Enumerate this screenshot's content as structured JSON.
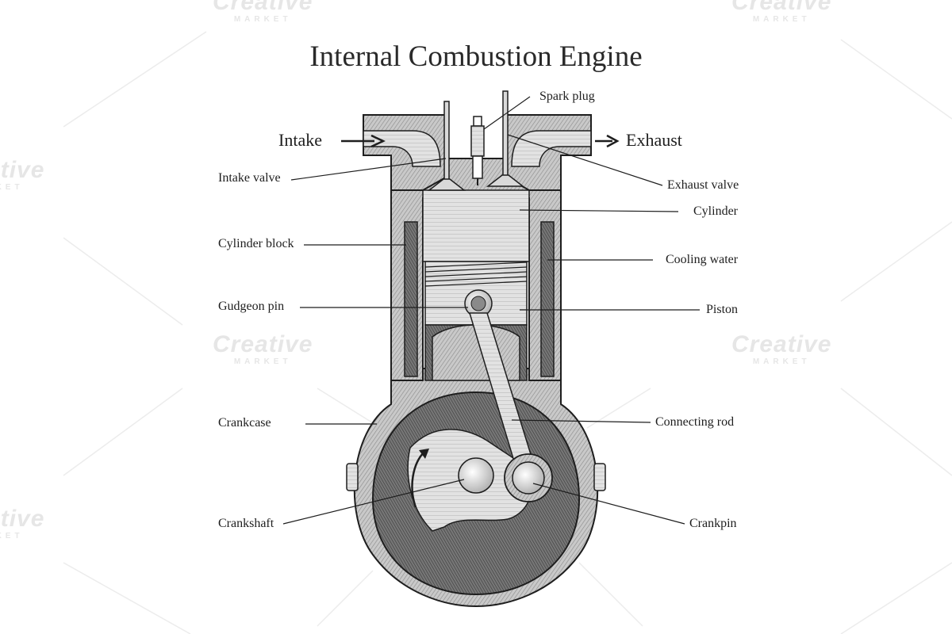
{
  "title": "Internal Combustion Engine",
  "labels": {
    "intake": "Intake",
    "exhaust": "Exhaust",
    "spark_plug": "Spark plug",
    "intake_valve": "Intake valve",
    "exhaust_valve": "Exhaust valve",
    "cylinder": "Cylinder",
    "cylinder_block": "Cylinder block",
    "cooling_water": "Cooling water",
    "gudgeon_pin": "Gudgeon pin",
    "piston": "Piston",
    "crankcase": "Crankcase",
    "connecting_rod": "Connecting rod",
    "crankshaft": "Crankshaft",
    "crankpin": "Crankpin"
  },
  "watermark": {
    "brand": "Creative",
    "sub": "MARKET"
  },
  "colors": {
    "ink": "#1e1e1e",
    "shade": "#9a9a9a",
    "dark_shade": "#5c5c5c",
    "watermark": "#e6e6e6"
  }
}
